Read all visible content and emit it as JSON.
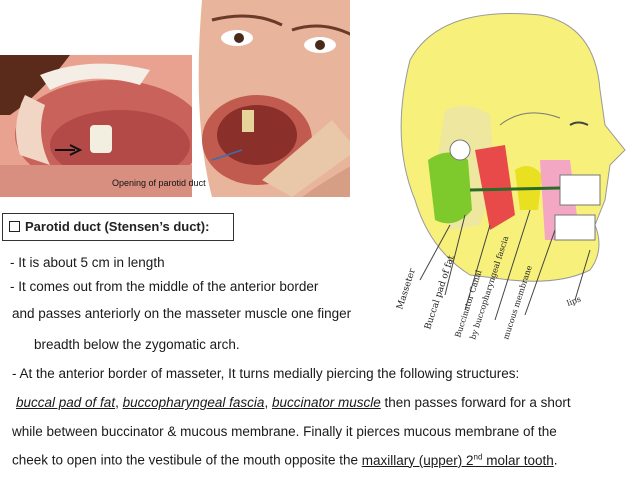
{
  "caption": "Opening of parotid duct",
  "heading": "Parotid duct (Stensen’s duct):",
  "lines": {
    "l1": "- It is about 5 cm in length",
    "l2": "- It comes out from the middle of the anterior border",
    "l3": "and passes anteriorly on the masseter muscle one finger",
    "l4": "breadth below the zygomatic arch.",
    "l5": "-    At the anterior border of masseter, It turns medially piercing the following structures:",
    "l6a": "buccal pad of fat",
    "l6b": ", ",
    "l6c": "buccopharyngeal fascia",
    "l6d": ", ",
    "l6e": "buccinator muscle",
    "l6f": " then passes forward for a short",
    "l7": "while between buccinator & mucous membrane. Finally it pierces mucous membrane of the",
    "l8a": "cheek to open into the vestibule of the mouth opposite the ",
    "l8b": "maxillary (upper) 2",
    "l8c": "nd",
    "l8d": " molar tooth",
    "l8e": "."
  },
  "diagram_labels": {
    "masseter": "Masseter",
    "buccal": "Buccal pad of fat",
    "bucc_canal": "Buccinator Canal",
    "bucco_fascia": "by buccopharyngeal fascia",
    "mucous": "mucous membrane",
    "tongue": "lips"
  }
}
